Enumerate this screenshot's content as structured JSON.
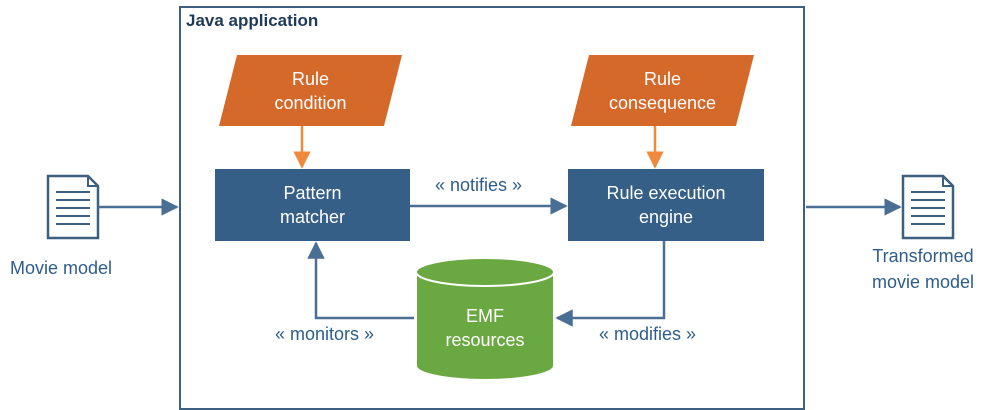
{
  "diagram": {
    "container": {
      "title": "Java application"
    },
    "nodes": {
      "rule_condition": {
        "lines": [
          "Rule",
          "condition"
        ]
      },
      "rule_consequence": {
        "lines": [
          "Rule",
          "consequence"
        ]
      },
      "pattern_matcher": {
        "lines": [
          "Pattern",
          "matcher"
        ]
      },
      "rule_engine": {
        "lines": [
          "Rule execution",
          "engine"
        ]
      },
      "emf": {
        "lines": [
          "EMF",
          "resources"
        ]
      }
    },
    "edges": {
      "notifies": "« notifies »",
      "monitors": "« monitors »",
      "modifies": "« modifies »"
    },
    "input": {
      "label": "Movie model"
    },
    "output": {
      "lines": [
        "Transformed",
        "movie model"
      ]
    }
  },
  "colors": {
    "orange": "#d5692a",
    "blue": "#355f87",
    "green": "#6aa841",
    "text_blue": "#2e5d8c",
    "line_blue": "#4a6f94",
    "arrow_orange": "#ef8a3c"
  }
}
